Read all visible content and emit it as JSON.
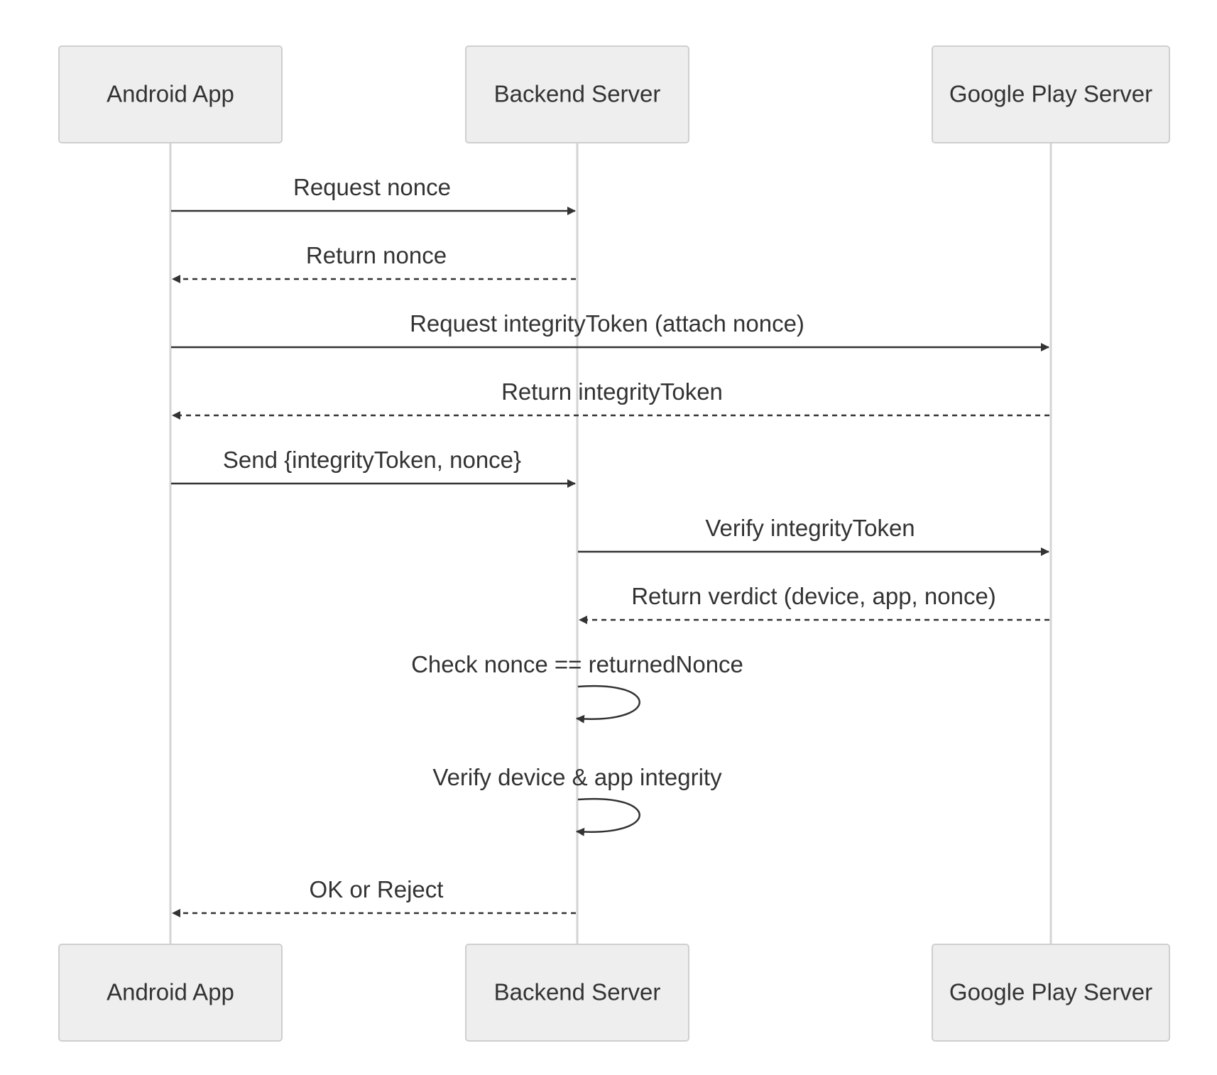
{
  "diagram": {
    "type": "sequence",
    "participants": [
      {
        "id": "app",
        "label": "Android App"
      },
      {
        "id": "backend",
        "label": "Backend Server"
      },
      {
        "id": "play",
        "label": "Google Play Server"
      }
    ],
    "messages": [
      {
        "from": "app",
        "to": "backend",
        "label": "Request nonce",
        "style": "solid"
      },
      {
        "from": "backend",
        "to": "app",
        "label": "Return nonce",
        "style": "dashed"
      },
      {
        "from": "app",
        "to": "play",
        "label": "Request integrityToken (attach nonce)",
        "style": "solid"
      },
      {
        "from": "play",
        "to": "app",
        "label": "Return integrityToken",
        "style": "dashed"
      },
      {
        "from": "app",
        "to": "backend",
        "label": "Send {integrityToken, nonce}",
        "style": "solid"
      },
      {
        "from": "backend",
        "to": "play",
        "label": "Verify integrityToken",
        "style": "solid"
      },
      {
        "from": "play",
        "to": "backend",
        "label": "Return verdict (device, app, nonce)",
        "style": "dashed"
      },
      {
        "from": "backend",
        "to": "backend",
        "label": "Check nonce == returnedNonce",
        "style": "solid"
      },
      {
        "from": "backend",
        "to": "backend",
        "label": "Verify device & app integrity",
        "style": "solid"
      },
      {
        "from": "backend",
        "to": "app",
        "label": "OK or Reject",
        "style": "dashed"
      }
    ]
  },
  "colors": {
    "actor_fill": "#eeeeee",
    "actor_stroke": "#cfcfcf",
    "lifeline": "#d4d4d4",
    "line": "#333333",
    "text": "#333333"
  }
}
